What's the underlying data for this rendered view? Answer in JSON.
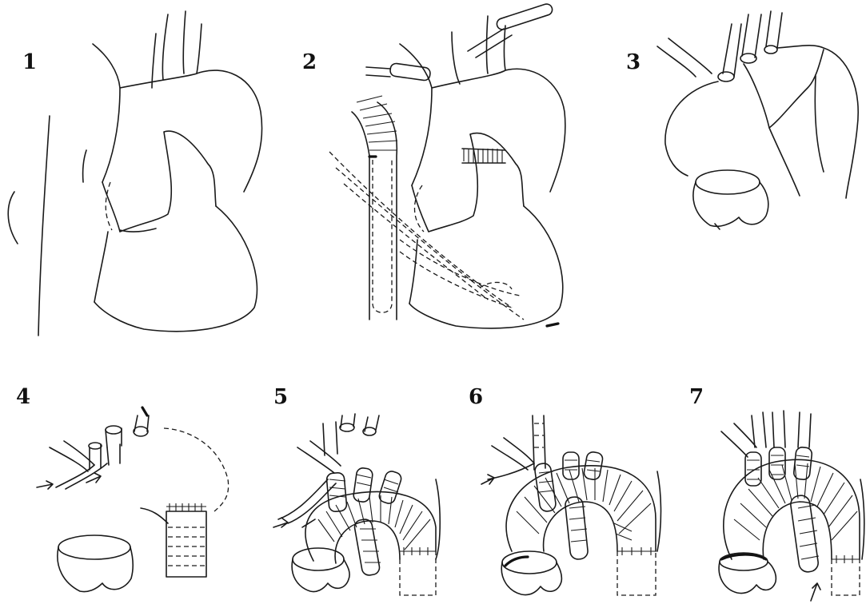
{
  "panels": [
    {
      "label": "1"
    },
    {
      "label": "2"
    },
    {
      "label": "3"
    },
    {
      "label": "4"
    },
    {
      "label": "5"
    },
    {
      "label": "6"
    },
    {
      "label": "7"
    }
  ]
}
